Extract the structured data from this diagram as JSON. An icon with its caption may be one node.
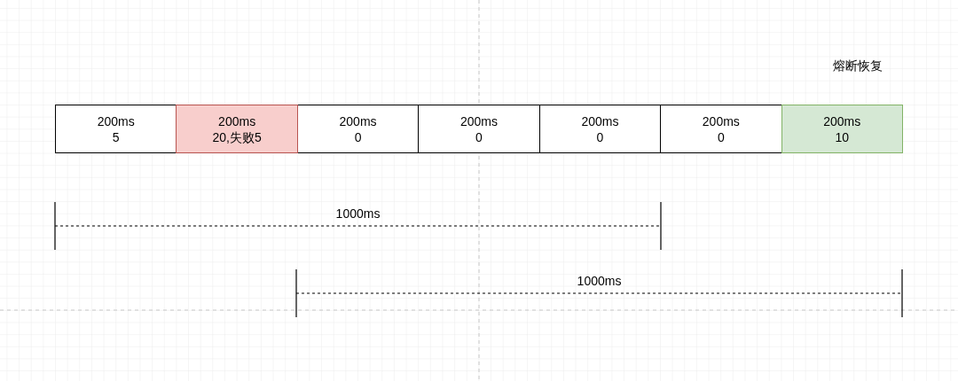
{
  "diagram": {
    "nodes": [
      {
        "text": [
          "200ms",
          "5"
        ]
      },
      {
        "text": [
          "200ms",
          "20,失败5"
        ]
      },
      {
        "text": [
          "200ms",
          "0"
        ]
      },
      {
        "text": [
          "200ms",
          "0"
        ]
      },
      {
        "text": [
          "200ms",
          "0"
        ]
      },
      {
        "text": [
          "200ms",
          "0"
        ]
      },
      {
        "text": [
          "200ms",
          "10"
        ],
        "beside": [
          "熔断恢复"
        ]
      }
    ],
    "labels": [
      "1000ms",
      "1000ms"
    ]
  }
}
